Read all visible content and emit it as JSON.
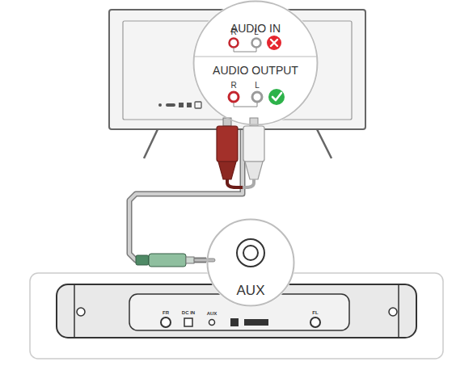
{
  "diagram": {
    "nodes": [
      {
        "text": [
          "AUDIO IN",
          "AUDIO OUTPUT"
        ]
      },
      {
        "text": [
          "AUX"
        ]
      }
    ],
    "edges": [
      {
        "from": 0,
        "to": 1,
        "arrow": "none"
      }
    ],
    "labels": [
      "R",
      "L",
      "R",
      "L",
      "FR",
      "DC IN",
      "AUX",
      "FL"
    ]
  }
}
